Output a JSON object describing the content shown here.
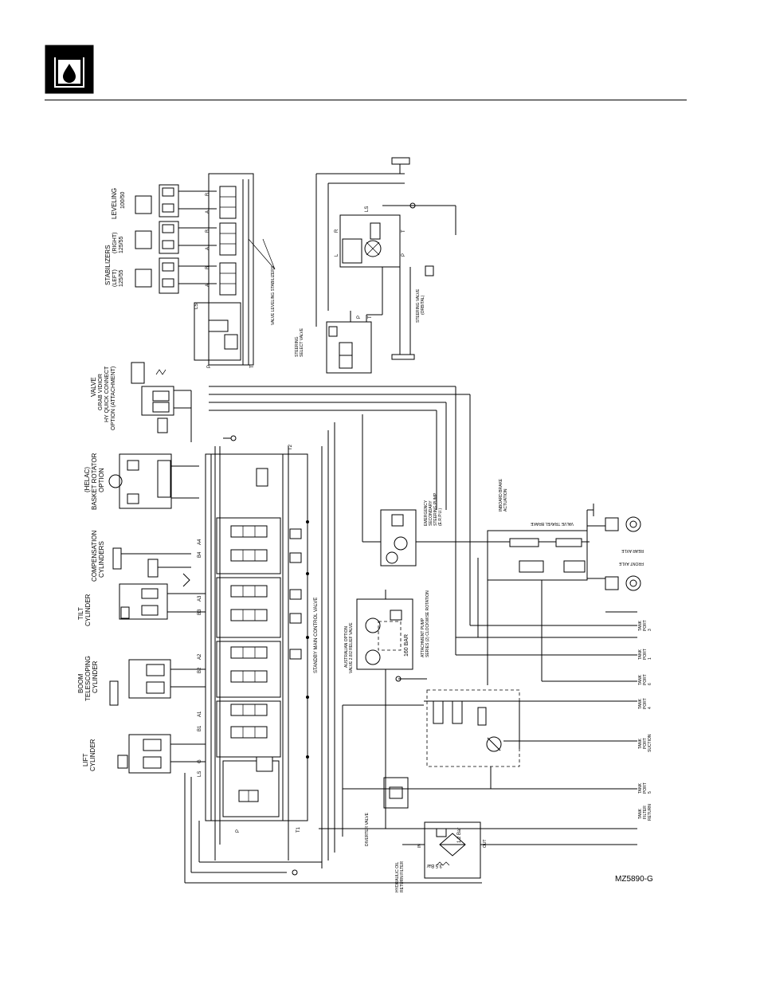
{
  "header": {
    "logo_icon": "hydraulic-oil-drop-icon",
    "rule_color": "#000000"
  },
  "diagram": {
    "figure_code": "MZ5890-G",
    "labels": {
      "leveling": "LEVELING",
      "leveling_size": "100/50",
      "stabilizers": "STABILIZERS",
      "stab_right": "(RIGHT)",
      "stab_right_size": "125/55",
      "stab_left": "(LEFT)",
      "stab_left_size": "125/55",
      "quick_connect": [
        "VALVE",
        "GRAB VIDIOR",
        "HY QUICK CONNECT",
        "OPTION (ATTACHMENT)"
      ],
      "basket_rotator": [
        "(HELAC)",
        "BASKET ROTATOR",
        "OPTION"
      ],
      "compensation": [
        "COMPENSATION",
        "CYLINDERS"
      ],
      "tilt": [
        "TILT",
        "CYLINDER"
      ],
      "boom_tele": [
        "BOOM",
        "TELESCOPING",
        "CYLINDER"
      ],
      "lift": [
        "LIFT",
        "CYLINDER"
      ],
      "main_control_valve": "STANDBY MAIN CONTROL VALVE",
      "valve_leveling_stabilizers": "VALVE LEVELING STABILIZERS",
      "steering_select": [
        "STEERING",
        "SELECT VALVE"
      ],
      "steering_valve": [
        "STEERING VALVE",
        "(ORBITAL)"
      ],
      "emergency_pump": [
        "EMERGENCY",
        "SECONDARY",
        "STEERING PUMP",
        "(E.R.P.U.)"
      ],
      "brake_actuation": [
        "INBOARD BRAKE",
        "ACTUATION"
      ],
      "valve_travel": "VALVE TRAVEL BRAKE",
      "rear_axle": "REAR AXLE",
      "front_axle": "FRONT AXLE",
      "aux_option": [
        "AUSTRALIAN OPTION",
        "VALVE 2.8/2 RELIEF VALVE"
      ],
      "relief_160": "160 BAR",
      "tandem_pump": [
        "ATTACHMENT PUMP",
        "SERIES (2) CLOCKWISE ROTATION"
      ],
      "diverter": "DIVERTER VALVE",
      "return_filter": [
        "HYDRAULIC OIL",
        "RETURN FILTER"
      ],
      "bypass_1": "1.2 Bar",
      "bypass_2": "3.5 Bar",
      "filter_in": "IN",
      "filter_out": "OUT",
      "tank_ports": [
        [
          "TANK",
          "PORT",
          "3"
        ],
        [
          "TANK",
          "PORT",
          "1"
        ],
        [
          "TANK",
          "PORT",
          "6"
        ],
        [
          "TANK",
          "PORT",
          "4"
        ],
        [
          "TANK",
          "PORT",
          "SUCTION"
        ],
        [
          "TANK",
          "PORT",
          "5"
        ],
        [
          "TANK",
          "FILTER",
          "RETURN"
        ]
      ],
      "port_letters": {
        "A": "A",
        "B": "B",
        "A1": "A1",
        "B1": "B1",
        "A2": "A2",
        "B2": "B2",
        "A3": "A3",
        "B3": "B3",
        "A4": "A4",
        "B4": "B4",
        "LS": "LS",
        "P": "P",
        "T": "T",
        "T1": "T1",
        "T2": "T2",
        "R": "R",
        "L": "L",
        "G": "G"
      }
    }
  }
}
